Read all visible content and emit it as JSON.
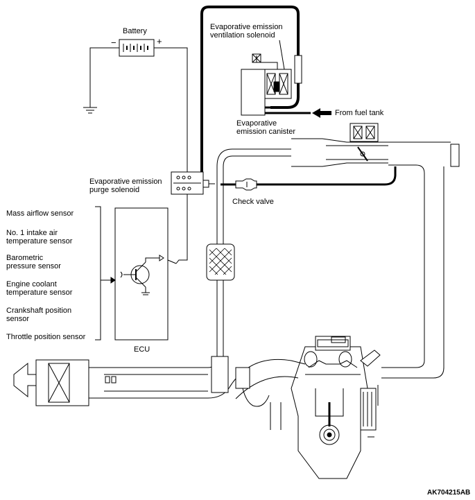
{
  "labels": {
    "battery": "Battery",
    "battery_minus": "−",
    "battery_plus": "+",
    "vent_solenoid": "Evaporative emission\nventilation solenoid",
    "from_fuel_tank": "From fuel tank",
    "canister": "Evaporative\nemission canister",
    "purge_solenoid": "Evaporative emission\npurge solenoid",
    "check_valve": "Check valve",
    "ecu": "ECU"
  },
  "sensors": [
    "Mass airflow sensor",
    "No. 1 intake air\ntemperature sensor",
    "Barometric\npressure sensor",
    "Engine coolant\ntemperature sensor",
    "Crankshaft position\nsensor",
    "Throttle position sensor"
  ],
  "figure_ref": "AK704215AB"
}
